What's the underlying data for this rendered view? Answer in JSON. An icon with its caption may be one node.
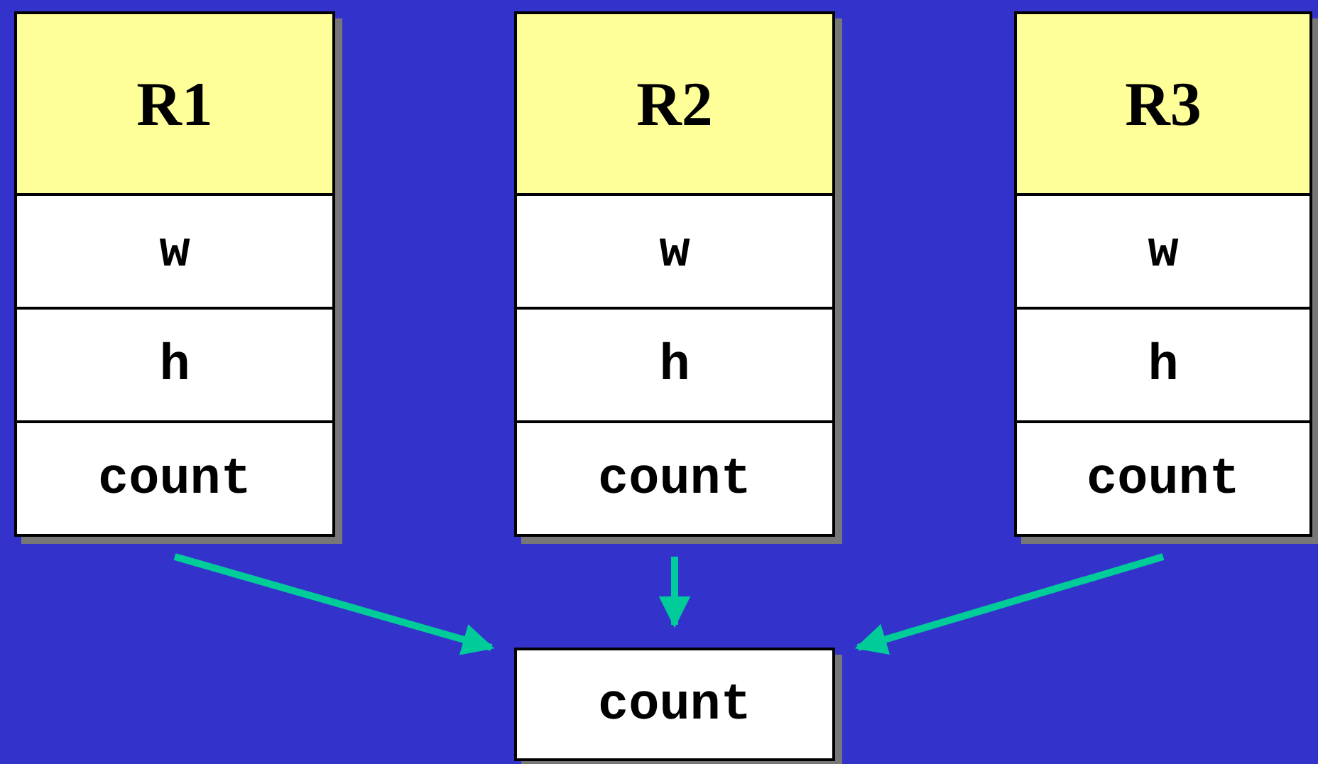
{
  "diagram": {
    "nodes": [
      {
        "text": [
          "R1",
          "w",
          "h",
          "count"
        ]
      },
      {
        "text": [
          "R2",
          "w",
          "h",
          "count"
        ]
      },
      {
        "text": [
          "R3",
          "w",
          "h",
          "count"
        ]
      },
      {
        "text": [
          "count"
        ]
      }
    ],
    "edges": [
      {
        "from": 0,
        "to": 3,
        "arrow": "to"
      },
      {
        "from": 1,
        "to": 3,
        "arrow": "to"
      },
      {
        "from": 2,
        "to": 3,
        "arrow": "to"
      }
    ]
  }
}
